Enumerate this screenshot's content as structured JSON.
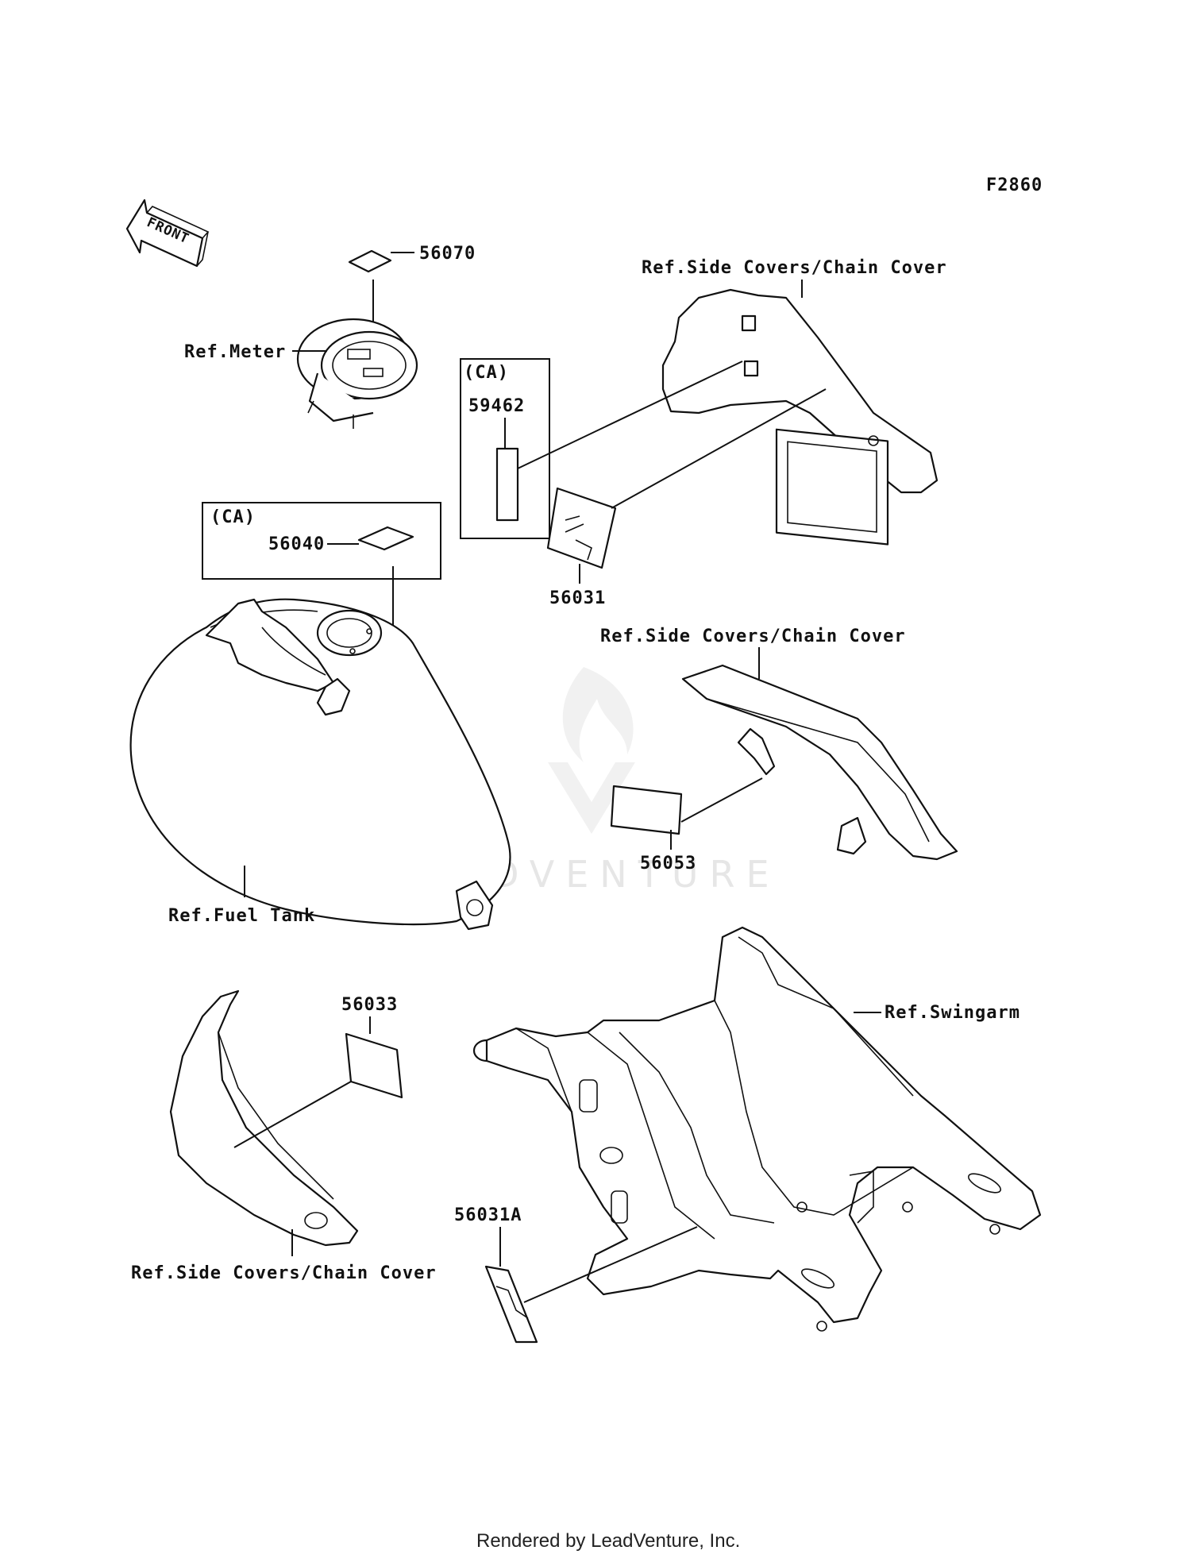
{
  "figure_code": "F2860",
  "front_marker": "FRONT",
  "watermark": "LEADVENTURE",
  "footer": "Rendered by LeadVenture, Inc.",
  "labels": {
    "p56070": "56070",
    "ref_meter": "Ref.Meter",
    "ref_side_covers_top": "Ref.Side Covers/Chain Cover",
    "ca_box1": "(CA)",
    "p59462": "59462",
    "ca_box2": "(CA)",
    "p56040": "56040",
    "p56031": "56031",
    "ref_side_covers_mid": "Ref.Side Covers/Chain Cover",
    "p56053": "56053",
    "ref_fuel_tank": "Ref.Fuel Tank",
    "p56033": "56033",
    "ref_swingarm": "Ref.Swingarm",
    "p56031a": "56031A",
    "ref_side_covers_bottom": "Ref.Side Covers/Chain Cover"
  }
}
